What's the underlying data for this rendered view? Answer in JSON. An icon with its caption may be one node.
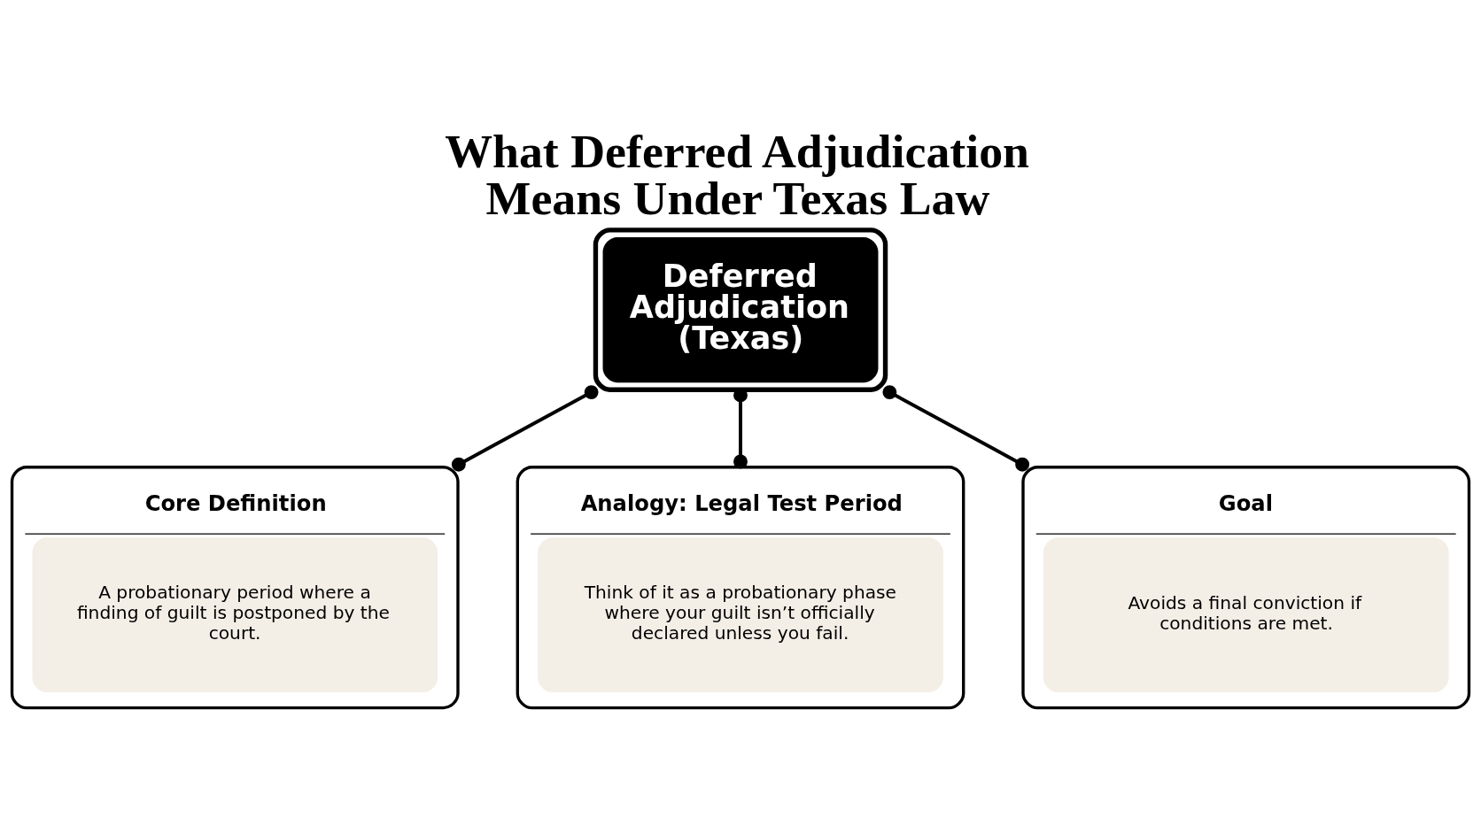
{
  "diagram": {
    "title": "What Deferred Adjudication Means Under Texas Law",
    "nodes": [
      {
        "text": [
          "Deferred Adjudication (Texas)"
        ]
      },
      {
        "text": [
          "Core Definition",
          "A probationary period where a finding of guilt is postponed by the court."
        ]
      },
      {
        "text": [
          "Analogy: Legal Test Period",
          "Think of it as a probationary phase where your guilt isn’t officially declared unless you fail."
        ]
      },
      {
        "text": [
          "Goal",
          "Avoids a final conviction if conditions are met."
        ]
      }
    ],
    "edges": [
      {
        "from": 0,
        "to": 1,
        "arrow": "other"
      },
      {
        "from": 0,
        "to": 2,
        "arrow": "other"
      },
      {
        "from": 0,
        "to": 3,
        "arrow": "other"
      }
    ]
  }
}
